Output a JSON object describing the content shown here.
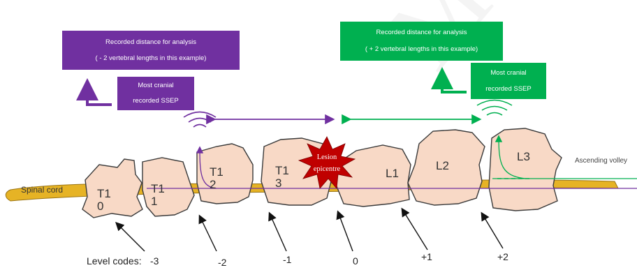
{
  "left_box": {
    "line1": "Recorded distance for analysis",
    "line2": "( - 2 vertebral  lengths in this example)",
    "color": "#7030a0"
  },
  "left_sub_box": {
    "line1": "Most cranial",
    "line2": "recorded SSEP",
    "color": "#7030a0"
  },
  "right_box": {
    "line1": "Recorded distance for analysis",
    "line2": "( + 2 vertebral lengths in this example)",
    "color": "#00b050"
  },
  "right_sub_box": {
    "line1": "Most cranial",
    "line2": "recorded SSEP",
    "color": "#00b050"
  },
  "spinal_cord_label": "Spinal cord",
  "ascending_label": "Ascending volley",
  "lesion": {
    "line1": "Lesion",
    "line2": "epicentre",
    "color": "#c00000"
  },
  "vertebrae": [
    {
      "top": "T1",
      "bottom": "0"
    },
    {
      "top": "T1",
      "bottom": "1"
    },
    {
      "top": "T1",
      "bottom": "2"
    },
    {
      "top": "T1",
      "bottom": "3"
    },
    {
      "top": "L1",
      "bottom": ""
    },
    {
      "top": "L2",
      "bottom": ""
    },
    {
      "top": "L3",
      "bottom": ""
    }
  ],
  "level_codes_label": "Level codes:",
  "level_codes": [
    "-3",
    "-2",
    "-1",
    "0",
    "+1",
    "+2"
  ],
  "watermark": "MANUSCRIPT",
  "colors": {
    "bone_fill": "#f8d9c6",
    "bone_stroke": "#3a3a3a",
    "cord_fill": "#e6b325",
    "purple": "#7030a0",
    "green": "#00b050"
  }
}
